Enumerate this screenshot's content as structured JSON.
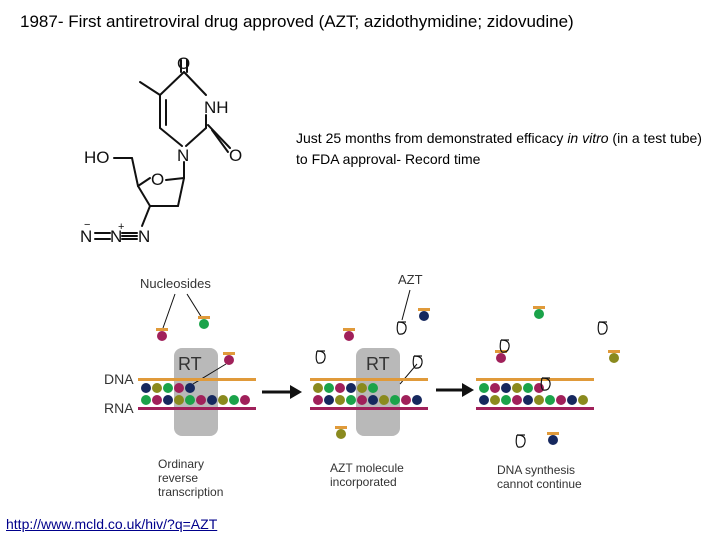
{
  "slide": {
    "title": "1987- First antiretroviral drug approved (AZT; azidothymidine; zidovudine)",
    "caption_part1": "Just 25 months from demonstrated efficacy ",
    "caption_italic1": "in vitro",
    "caption_part2": " (in a test tube) to FDA approval- Record time",
    "link": "http://www.mcld.co.uk/hiv/?q=AZT"
  },
  "structure": {
    "atom_o_top": "O",
    "atom_nh": "NH",
    "atom_o_right": "O",
    "atom_n": "N",
    "atom_ho": "HO",
    "atom_o_ring": "O",
    "azide_n1": "N",
    "azide_n2": "N",
    "azide_n3": "N",
    "plus": "+",
    "minus": "−"
  },
  "diagram": {
    "nucleosides_label": "Nucleosides",
    "azt_label": "AZT",
    "dna_label": "DNA",
    "rna_label": "RNA",
    "rt_label_1": "RT",
    "rt_label_2": "RT",
    "caption_1": [
      "Ordinary",
      "reverse",
      "transcription"
    ],
    "caption_2": [
      "AZT molecule",
      "incorporated"
    ],
    "caption_3": [
      "DNA synthesis",
      "cannot continue"
    ]
  },
  "colors": {
    "green": "#1ba34a",
    "maroon": "#a0205a",
    "navy": "#16285e",
    "olive": "#8a8a1e",
    "orange_bar": "#e09a3a",
    "rna_line": "#a0205a",
    "dna_line": "#e09a3a",
    "rt_grey": "#b9b9b9"
  }
}
